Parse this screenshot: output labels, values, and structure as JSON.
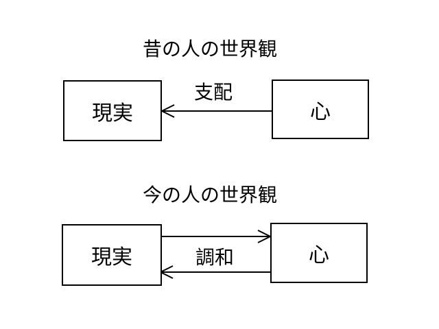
{
  "old_view": {
    "title": "昔の人の世界観",
    "left_box": "現実",
    "right_box": "心",
    "relation": "支配"
  },
  "new_view": {
    "title": "今の人の世界観",
    "left_box": "現実",
    "right_box": "心",
    "relation": "調和"
  },
  "colors": {
    "stroke": "#000000",
    "background": "#ffffff"
  }
}
